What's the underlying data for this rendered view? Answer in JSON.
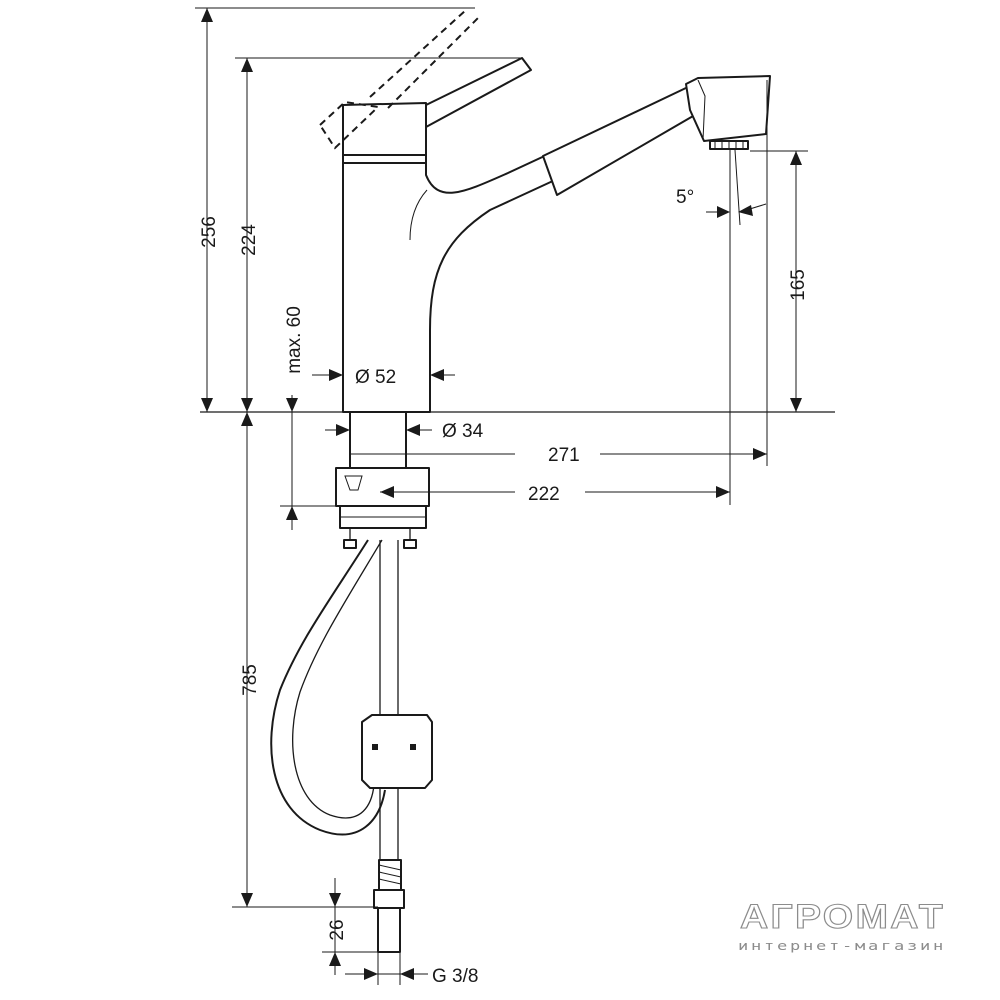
{
  "dimensions": {
    "h_total": "256",
    "h_spout": "224",
    "max_deck": "max. 60",
    "dia_body": "Ø 52",
    "dia_shank": "Ø 34",
    "reach_max": "271",
    "reach": "222",
    "spray_height": "165",
    "spray_angle": "5°",
    "hose_length": "785",
    "connector": "26",
    "thread": "G 3/8"
  },
  "watermark": {
    "brand": "АГРОМАТ",
    "tagline": "интернет-магазин"
  },
  "colors": {
    "line": "#1a1a1a",
    "watermark": "#8c8c8c"
  }
}
